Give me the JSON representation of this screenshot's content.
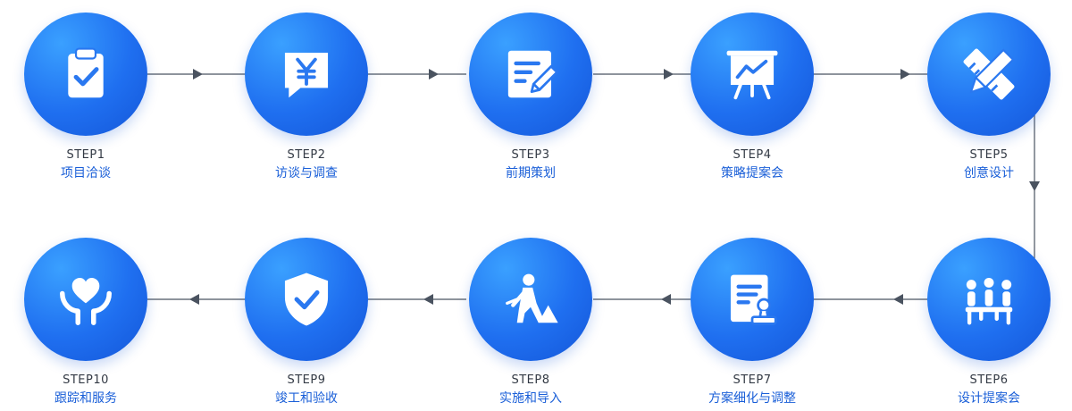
{
  "steps": [
    {
      "code": "STEP1",
      "name": "项目洽谈",
      "icon": "clipboard-check-icon"
    },
    {
      "code": "STEP2",
      "name": "访谈与调查",
      "icon": "yuan-chat-icon"
    },
    {
      "code": "STEP3",
      "name": "前期策划",
      "icon": "document-edit-icon"
    },
    {
      "code": "STEP4",
      "name": "策略提案会",
      "icon": "presentation-board-icon"
    },
    {
      "code": "STEP5",
      "name": "创意设计",
      "icon": "ruler-pencil-icon"
    },
    {
      "code": "STEP6",
      "name": "设计提案会",
      "icon": "meeting-people-icon"
    },
    {
      "code": "STEP7",
      "name": "方案细化与调整",
      "icon": "document-stamp-icon"
    },
    {
      "code": "STEP8",
      "name": "实施和导入",
      "icon": "construction-worker-icon"
    },
    {
      "code": "STEP9",
      "name": "竣工和验收",
      "icon": "shield-check-icon"
    },
    {
      "code": "STEP10",
      "name": "跟踪和服务",
      "icon": "hands-heart-icon"
    }
  ],
  "colors": {
    "accent": "#1f6ff0",
    "connector": "#4a5360",
    "label": "#1a5fd8"
  }
}
